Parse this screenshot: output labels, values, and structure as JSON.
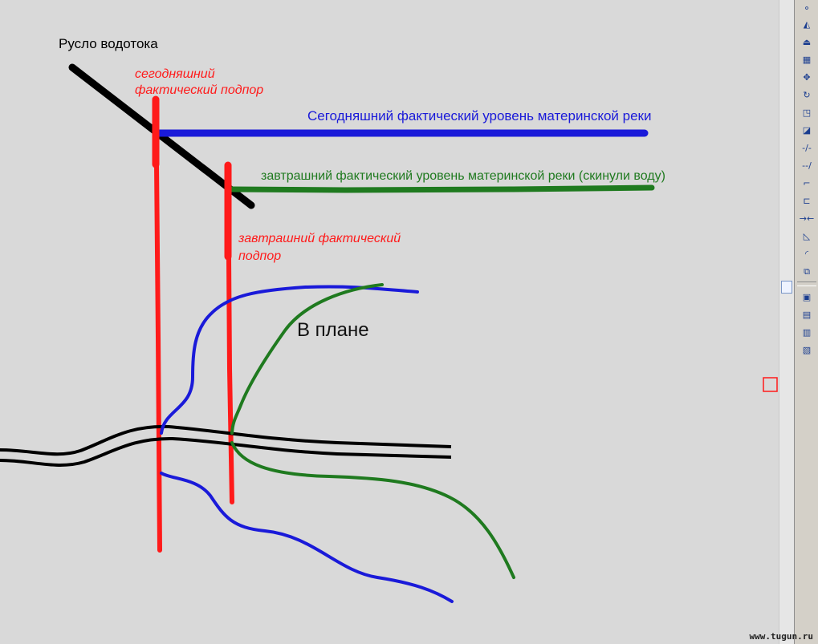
{
  "diagram": {
    "labels": {
      "channel": "Русло водотока",
      "today_backwater": [
        "сегодняшний",
        "фактический подпор"
      ],
      "today_level": "Сегодняшний фактический уровень материнской реки",
      "tomorrow_level": "завтрашний фактический уровень материнской реки (скинули воду)",
      "tomorrow_backwater": [
        "завтрашний фактический",
        "подпор"
      ],
      "plan": "В плане"
    },
    "colors": {
      "black": "#000000",
      "red": "#ff1a1a",
      "blue": "#1a1ad9",
      "green": "#1f7a1f"
    }
  },
  "toolbar": {
    "icons": [
      "erase-icon",
      "mirror-icon",
      "offset-icon",
      "array-icon",
      "move-icon",
      "rotate-icon",
      "scale-icon",
      "stretch-icon",
      "trim-icon",
      "extend-icon",
      "break-at-point-icon",
      "break-icon",
      "join-icon",
      "chamfer-icon",
      "fillet-icon",
      "explode-icon",
      "draworder-front-icon",
      "draworder-back-icon",
      "draworder-above-icon",
      "draworder-under-icon"
    ],
    "glyphs": [
      "⚬",
      "◭",
      "⏏",
      "▦",
      "✥",
      "↻",
      "◳",
      "◪",
      "-/-",
      "--/",
      "⌐",
      "⊏",
      "→←",
      "◺",
      "◜",
      "⧉",
      "▣",
      "▤",
      "▥",
      "▧"
    ]
  },
  "watermark": "www.tugun.ru"
}
